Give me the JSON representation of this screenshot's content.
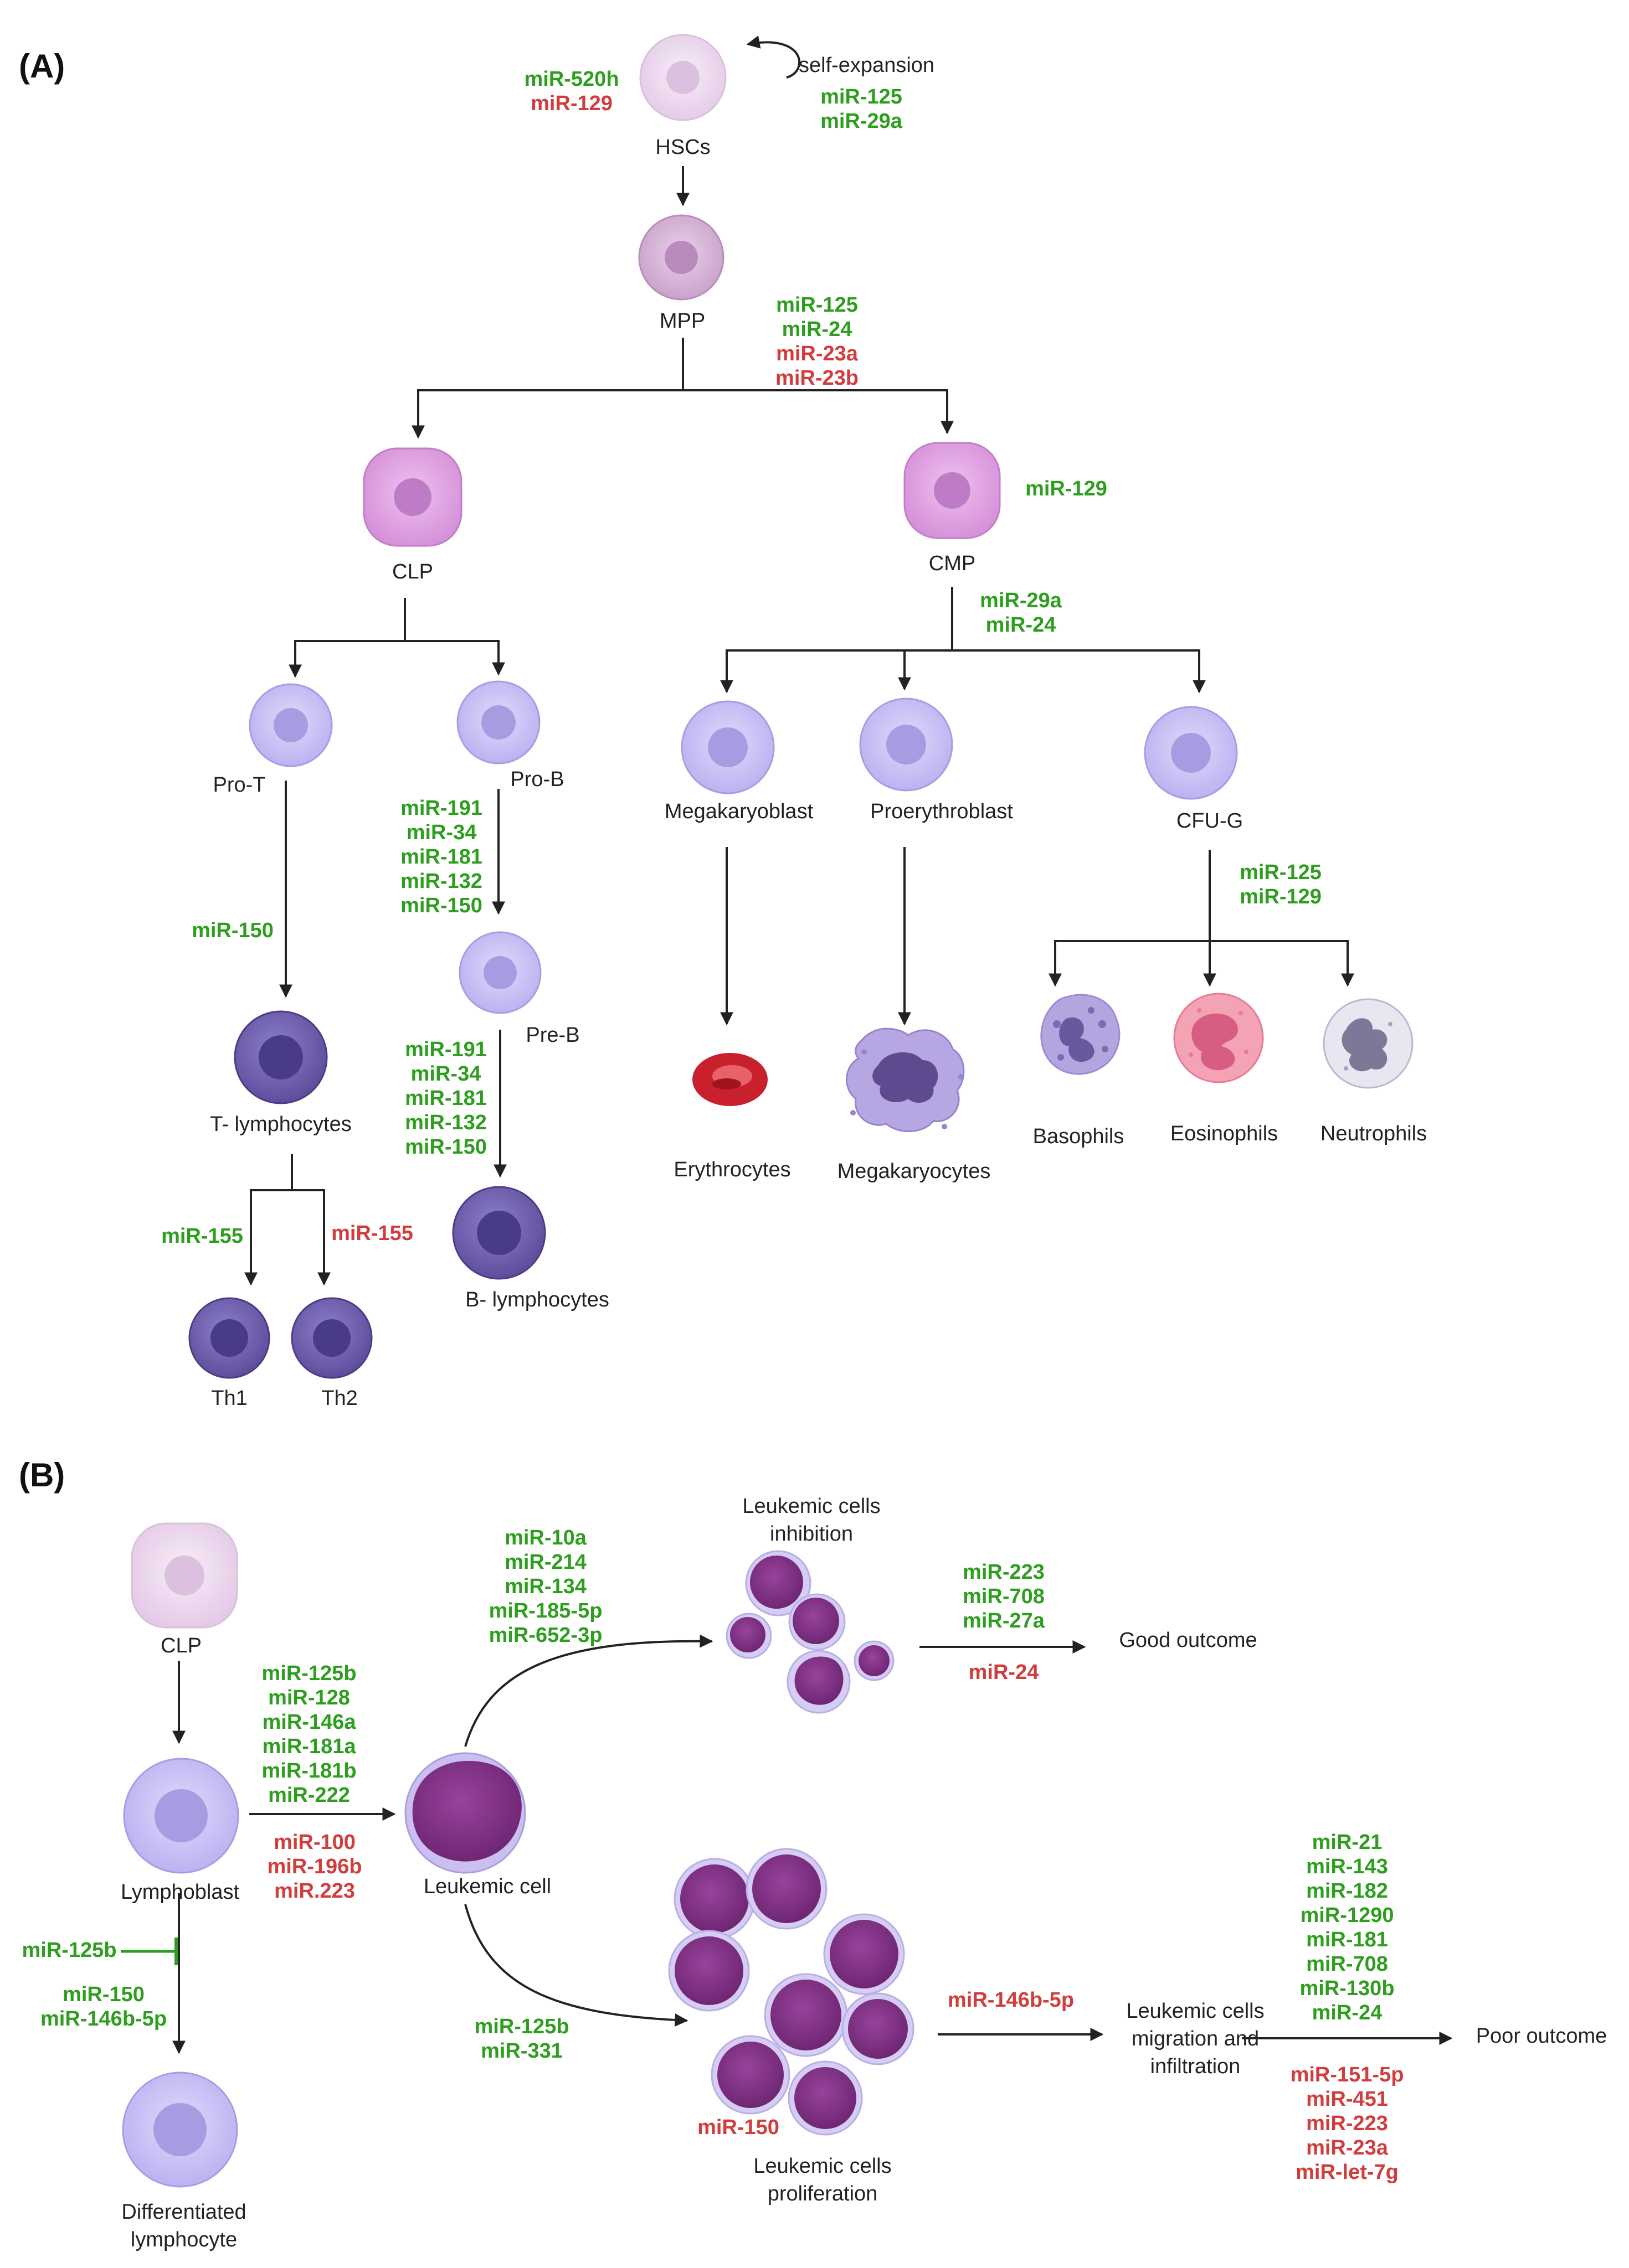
{
  "colors": {
    "activator": "#2e9e1f",
    "inhibitor": "#d13c3c",
    "text": "#222222",
    "stem_cell": "#ecd9ee",
    "mpp_cell": "#d9b6d9",
    "progenitor_cell": "#dca0e0",
    "precursor_cell": "#c7bff2",
    "lymphocyte": "#6a5aa8",
    "leukemic_cell": "#7a2f7e"
  },
  "panels": {
    "a": "(A)",
    "b": "(B)"
  },
  "cells": {
    "hsc": "HSCs",
    "self_expansion": "self-expansion",
    "mpp": "MPP",
    "clp": "CLP",
    "cmp": "CMP",
    "pro_t": "Pro-T",
    "pro_b": "Pro-B",
    "pre_b": "Pre-B",
    "t_lymph": "T- lymphocytes",
    "b_lymph": "B- lymphocytes",
    "th1": "Th1",
    "th2": "Th2",
    "megakaryoblast": "Megakaryoblast",
    "proerythroblast": "Proerythroblast",
    "cfu_g": "CFU-G",
    "erythrocytes": "Erythrocytes",
    "megakaryocytes": "Megakaryocytes",
    "basophils": "Basophils",
    "eosinophils": "Eosinophils",
    "neutrophils": "Neutrophils"
  },
  "b_labels": {
    "clp": "CLP",
    "lymphoblast": "Lymphoblast",
    "differentiated_1": "Differentiated",
    "differentiated_2": "lymphocyte",
    "leukemic_cell": "Leukemic cell",
    "inhibition_1": "Leukemic cells",
    "inhibition_2": "inhibition",
    "good_outcome": "Good outcome",
    "proliferation_1": "Leukemic cells",
    "proliferation_2": "proliferation",
    "migration_1": "Leukemic cells",
    "migration_2": "migration and",
    "migration_3": "infiltration",
    "poor_outcome": "Poor outcome"
  },
  "mirs": {
    "hsc_left": [
      {
        "t": "miR-520h",
        "c": "g"
      },
      {
        "t": "miR-129",
        "c": "r"
      }
    ],
    "hsc_self": [
      {
        "t": "miR-125",
        "c": "g"
      },
      {
        "t": "miR-29a",
        "c": "g"
      }
    ],
    "mpp_split": [
      {
        "t": "miR-125",
        "c": "g"
      },
      {
        "t": "miR-24",
        "c": "g"
      },
      {
        "t": "miR-23a",
        "c": "r"
      },
      {
        "t": "miR-23b",
        "c": "r"
      }
    ],
    "cmp": [
      {
        "t": "miR-129",
        "c": "g"
      }
    ],
    "cmp_split": [
      {
        "t": "miR-29a",
        "c": "g"
      },
      {
        "t": "miR-24",
        "c": "g"
      }
    ],
    "prot_t": [
      {
        "t": "miR-150",
        "c": "g"
      }
    ],
    "prob_preb": [
      {
        "t": "miR-191",
        "c": "g"
      },
      {
        "t": "miR-34",
        "c": "g"
      },
      {
        "t": "miR-181",
        "c": "g"
      },
      {
        "t": "miR-132",
        "c": "g"
      },
      {
        "t": "miR-150",
        "c": "g"
      }
    ],
    "preb_b": [
      {
        "t": "miR-191",
        "c": "g"
      },
      {
        "t": "miR-34",
        "c": "g"
      },
      {
        "t": "miR-181",
        "c": "g"
      },
      {
        "t": "miR-132",
        "c": "g"
      },
      {
        "t": "miR-150",
        "c": "g"
      }
    ],
    "th1": [
      {
        "t": "miR-155",
        "c": "g"
      }
    ],
    "th2": [
      {
        "t": "miR-155",
        "c": "r"
      }
    ],
    "cfug_split": [
      {
        "t": "miR-125",
        "c": "g"
      },
      {
        "t": "miR-129",
        "c": "g"
      }
    ],
    "b_lympho_leuk_up": [
      {
        "t": "miR-125b",
        "c": "g"
      },
      {
        "t": "miR-128",
        "c": "g"
      },
      {
        "t": "miR-146a",
        "c": "g"
      },
      {
        "t": "miR-181a",
        "c": "g"
      },
      {
        "t": "miR-181b",
        "c": "g"
      },
      {
        "t": "miR-222",
        "c": "g"
      }
    ],
    "b_lympho_leuk_down": [
      {
        "t": "miR-100",
        "c": "r"
      },
      {
        "t": "miR-196b",
        "c": "r"
      },
      {
        "t": "miR.223",
        "c": "r"
      }
    ],
    "b_inhibit_mirs": [
      {
        "t": "miR-10a",
        "c": "g"
      },
      {
        "t": "miR-214",
        "c": "g"
      },
      {
        "t": "miR-134",
        "c": "g"
      },
      {
        "t": "miR-185-5p",
        "c": "g"
      },
      {
        "t": "miR-652-3p",
        "c": "g"
      }
    ],
    "b_good_up": [
      {
        "t": "miR-223",
        "c": "g"
      },
      {
        "t": "miR-708",
        "c": "g"
      },
      {
        "t": "miR-27a",
        "c": "g"
      }
    ],
    "b_good_down": [
      {
        "t": "miR-24",
        "c": "r"
      }
    ],
    "b_125b_block": [
      {
        "t": "miR-125b",
        "c": "g"
      }
    ],
    "b_diff": [
      {
        "t": "miR-150",
        "c": "g"
      },
      {
        "t": "miR-146b-5p",
        "c": "g"
      }
    ],
    "b_prolif": [
      {
        "t": "miR-125b",
        "c": "g"
      },
      {
        "t": "miR-331",
        "c": "g"
      }
    ],
    "b_prolif_in": [
      {
        "t": "miR-150",
        "c": "r"
      }
    ],
    "b_migr": [
      {
        "t": "miR-146b-5p",
        "c": "r"
      }
    ],
    "b_poor_up": [
      {
        "t": "miR-21",
        "c": "g"
      },
      {
        "t": "miR-143",
        "c": "g"
      },
      {
        "t": "miR-182",
        "c": "g"
      },
      {
        "t": "miR-1290",
        "c": "g"
      },
      {
        "t": "miR-181",
        "c": "g"
      },
      {
        "t": "miR-708",
        "c": "g"
      },
      {
        "t": "miR-130b",
        "c": "g"
      },
      {
        "t": "miR-24",
        "c": "g"
      }
    ],
    "b_poor_down": [
      {
        "t": "miR-151-5p",
        "c": "r"
      },
      {
        "t": "miR-451",
        "c": "r"
      },
      {
        "t": "miR-223",
        "c": "r"
      },
      {
        "t": "miR-23a",
        "c": "r"
      },
      {
        "t": "miR-let-7g",
        "c": "r"
      }
    ]
  }
}
